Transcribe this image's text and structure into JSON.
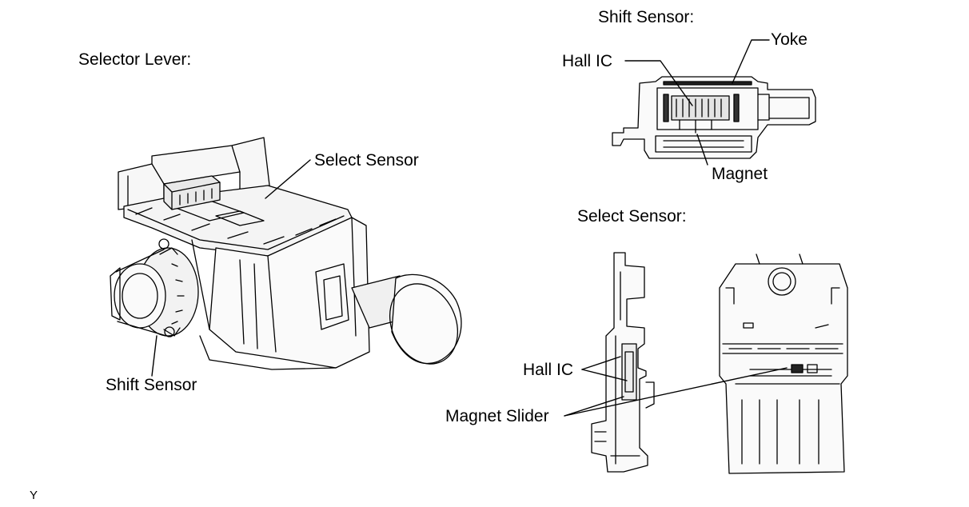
{
  "headings": {
    "selector_lever": "Selector Lever:",
    "shift_sensor": "Shift Sensor:",
    "select_sensor": "Select Sensor:"
  },
  "callouts": {
    "lever_select_sensor": "Select Sensor",
    "lever_shift_sensor": "Shift Sensor",
    "shift_hall_ic": "Hall IC",
    "shift_yoke": "Yoke",
    "shift_magnet": "Magnet",
    "select_hall_ic": "Hall IC",
    "select_magnet_slider": "Magnet Slider"
  },
  "figure_code": "Y"
}
